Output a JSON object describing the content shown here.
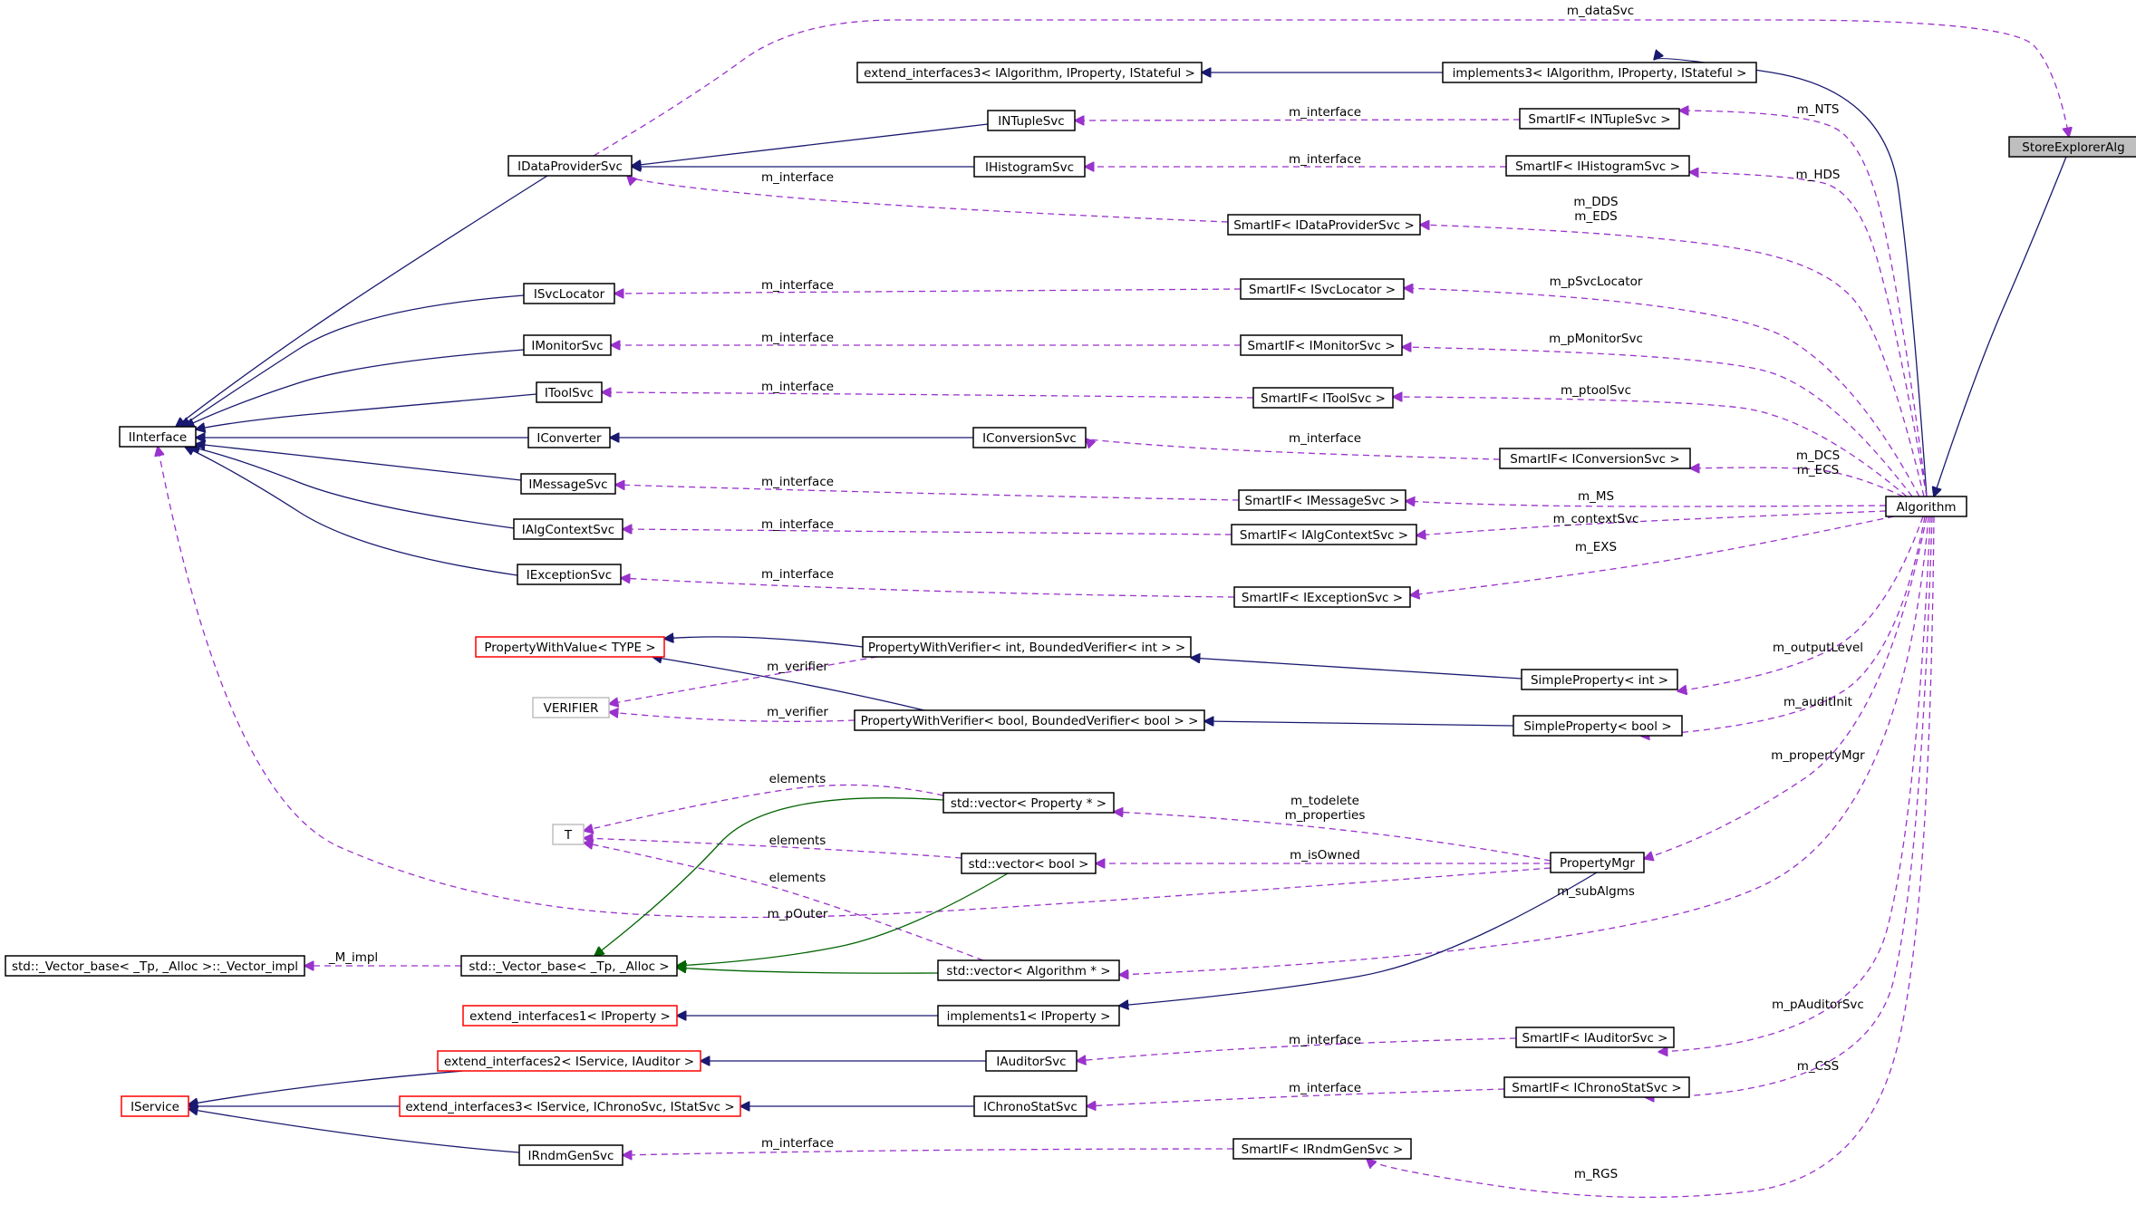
{
  "colors": {
    "inherit": "#191970",
    "usage": "#9a32cd",
    "template": "#006400",
    "doc_border": "#000000",
    "undoc_border": "#ff0000",
    "ext_border": "#bfbfbf",
    "focus_fill": "#bfbfbf"
  },
  "nodes": [
    {
      "id": "StoreExplorerAlg",
      "label": "StoreExplorerAlg",
      "kind": "focus"
    },
    {
      "id": "Algorithm",
      "label": "Algorithm",
      "kind": "doc"
    },
    {
      "id": "ext3Alg",
      "label": "extend_interfaces3< IAlgorithm, IProperty, IStateful >",
      "kind": "doc"
    },
    {
      "id": "impl3",
      "label": "implements3< IAlgorithm, IProperty, IStateful >",
      "kind": "doc"
    },
    {
      "id": "IDataProviderSvc",
      "label": "IDataProviderSvc",
      "kind": "doc"
    },
    {
      "id": "INTupleSvc",
      "label": "INTupleSvc",
      "kind": "doc"
    },
    {
      "id": "IHistogramSvc",
      "label": "IHistogramSvc",
      "kind": "doc"
    },
    {
      "id": "SI_NTuple",
      "label": "SmartIF< INTupleSvc >",
      "kind": "doc"
    },
    {
      "id": "SI_Hist",
      "label": "SmartIF< IHistogramSvc >",
      "kind": "doc"
    },
    {
      "id": "SI_DP",
      "label": "SmartIF< IDataProviderSvc >",
      "kind": "doc"
    },
    {
      "id": "IInterface",
      "label": "IInterface",
      "kind": "doc"
    },
    {
      "id": "ISvcLocator",
      "label": "ISvcLocator",
      "kind": "doc"
    },
    {
      "id": "IMonitorSvc",
      "label": "IMonitorSvc",
      "kind": "doc"
    },
    {
      "id": "IToolSvc",
      "label": "IToolSvc",
      "kind": "doc"
    },
    {
      "id": "IConverter",
      "label": "IConverter",
      "kind": "doc"
    },
    {
      "id": "IConversionSvc",
      "label": "IConversionSvc",
      "kind": "doc"
    },
    {
      "id": "IMessageSvc",
      "label": "IMessageSvc",
      "kind": "doc"
    },
    {
      "id": "IAlgContextSvc",
      "label": "IAlgContextSvc",
      "kind": "doc"
    },
    {
      "id": "IExceptionSvc",
      "label": "IExceptionSvc",
      "kind": "doc"
    },
    {
      "id": "SI_SvcLoc",
      "label": "SmartIF< ISvcLocator >",
      "kind": "doc"
    },
    {
      "id": "SI_Mon",
      "label": "SmartIF< IMonitorSvc >",
      "kind": "doc"
    },
    {
      "id": "SI_Tool",
      "label": "SmartIF< IToolSvc >",
      "kind": "doc"
    },
    {
      "id": "SI_Conv",
      "label": "SmartIF< IConversionSvc >",
      "kind": "doc"
    },
    {
      "id": "SI_Msg",
      "label": "SmartIF< IMessageSvc >",
      "kind": "doc"
    },
    {
      "id": "SI_AlgCtx",
      "label": "SmartIF< IAlgContextSvc >",
      "kind": "doc"
    },
    {
      "id": "SI_Exc",
      "label": "SmartIF< IExceptionSvc >",
      "kind": "doc"
    },
    {
      "id": "PWV",
      "label": "PropertyWithValue< TYPE >",
      "kind": "undoc"
    },
    {
      "id": "VERIFIER",
      "label": "VERIFIER",
      "kind": "ext"
    },
    {
      "id": "PWV_int",
      "label": "PropertyWithVerifier< int, BoundedVerifier< int > >",
      "kind": "doc"
    },
    {
      "id": "PWV_bool",
      "label": "PropertyWithVerifier< bool, BoundedVerifier< bool > >",
      "kind": "doc"
    },
    {
      "id": "SP_int",
      "label": "SimpleProperty< int >",
      "kind": "doc"
    },
    {
      "id": "SP_bool",
      "label": "SimpleProperty< bool >",
      "kind": "doc"
    },
    {
      "id": "T",
      "label": "T",
      "kind": "ext"
    },
    {
      "id": "vecProp",
      "label": "std::vector< Property * >",
      "kind": "doc"
    },
    {
      "id": "vecBool",
      "label": "std::vector< bool >",
      "kind": "doc"
    },
    {
      "id": "vecAlg",
      "label": "std::vector< Algorithm * >",
      "kind": "doc"
    },
    {
      "id": "PropertyMgr",
      "label": "PropertyMgr",
      "kind": "doc"
    },
    {
      "id": "VBimpl",
      "label": "std::_Vector_base< _Tp, _Alloc >::_Vector_impl",
      "kind": "doc"
    },
    {
      "id": "VB",
      "label": "std::_Vector_base< _Tp, _Alloc >",
      "kind": "doc"
    },
    {
      "id": "ext1Prop",
      "label": "extend_interfaces1< IProperty >",
      "kind": "undoc"
    },
    {
      "id": "impl1Prop",
      "label": "implements1< IProperty >",
      "kind": "doc"
    },
    {
      "id": "ext2SvcAud",
      "label": "extend_interfaces2< IService, IAuditor >",
      "kind": "undoc"
    },
    {
      "id": "IAuditorSvc",
      "label": "IAuditorSvc",
      "kind": "doc"
    },
    {
      "id": "SI_Aud",
      "label": "SmartIF< IAuditorSvc >",
      "kind": "doc"
    },
    {
      "id": "IService",
      "label": "IService",
      "kind": "undoc"
    },
    {
      "id": "ext3Svc",
      "label": "extend_interfaces3< IService, IChronoSvc, IStatSvc >",
      "kind": "undoc"
    },
    {
      "id": "IChronoStatSvc",
      "label": "IChronoStatSvc",
      "kind": "doc"
    },
    {
      "id": "SI_Chrono",
      "label": "SmartIF< IChronoStatSvc >",
      "kind": "doc"
    },
    {
      "id": "IRndmGenSvc",
      "label": "IRndmGenSvc",
      "kind": "doc"
    },
    {
      "id": "SI_Rndm",
      "label": "SmartIF< IRndmGenSvc >",
      "kind": "doc"
    }
  ],
  "edges": [
    {
      "from": "Algorithm",
      "to": "StoreExplorerAlg",
      "type": "inherit"
    },
    {
      "from": "IDataProviderSvc",
      "to": "StoreExplorerAlg",
      "type": "usage",
      "label": "m_dataSvc"
    },
    {
      "from": "ext3Alg",
      "to": "impl3",
      "type": "inherit"
    },
    {
      "from": "impl3",
      "to": "Algorithm",
      "type": "inherit"
    },
    {
      "from": "IDataProviderSvc",
      "to": "INTupleSvc",
      "type": "inherit"
    },
    {
      "from": "IDataProviderSvc",
      "to": "IHistogramSvc",
      "type": "inherit"
    },
    {
      "from": "INTupleSvc",
      "to": "SI_NTuple",
      "type": "usage",
      "label": "m_interface"
    },
    {
      "from": "IHistogramSvc",
      "to": "SI_Hist",
      "type": "usage",
      "label": "m_interface"
    },
    {
      "from": "IDataProviderSvc",
      "to": "SI_DP",
      "type": "usage",
      "label": "m_interface"
    },
    {
      "from": "SI_NTuple",
      "to": "Algorithm",
      "type": "usage",
      "label": "m_NTS"
    },
    {
      "from": "SI_Hist",
      "to": "Algorithm",
      "type": "usage",
      "label": "m_HDS"
    },
    {
      "from": "SI_DP",
      "to": "Algorithm",
      "type": "usage",
      "label": "m_DDS\nm_EDS"
    },
    {
      "from": "IInterface",
      "to": "IDataProviderSvc",
      "type": "inherit"
    },
    {
      "from": "IInterface",
      "to": "ISvcLocator",
      "type": "inherit"
    },
    {
      "from": "IInterface",
      "to": "IMonitorSvc",
      "type": "inherit"
    },
    {
      "from": "IInterface",
      "to": "IToolSvc",
      "type": "inherit"
    },
    {
      "from": "IInterface",
      "to": "IConverter",
      "type": "inherit"
    },
    {
      "from": "IInterface",
      "to": "IMessageSvc",
      "type": "inherit"
    },
    {
      "from": "IInterface",
      "to": "IAlgContextSvc",
      "type": "inherit"
    },
    {
      "from": "IInterface",
      "to": "IExceptionSvc",
      "type": "inherit"
    },
    {
      "from": "IConverter",
      "to": "IConversionSvc",
      "type": "inherit"
    },
    {
      "from": "ISvcLocator",
      "to": "SI_SvcLoc",
      "type": "usage",
      "label": "m_interface"
    },
    {
      "from": "IMonitorSvc",
      "to": "SI_Mon",
      "type": "usage",
      "label": "m_interface"
    },
    {
      "from": "IToolSvc",
      "to": "SI_Tool",
      "type": "usage",
      "label": "m_interface"
    },
    {
      "from": "IConversionSvc",
      "to": "SI_Conv",
      "type": "usage",
      "label": "m_interface"
    },
    {
      "from": "IMessageSvc",
      "to": "SI_Msg",
      "type": "usage",
      "label": "m_interface"
    },
    {
      "from": "IAlgContextSvc",
      "to": "SI_AlgCtx",
      "type": "usage",
      "label": "m_interface"
    },
    {
      "from": "IExceptionSvc",
      "to": "SI_Exc",
      "type": "usage",
      "label": "m_interface"
    },
    {
      "from": "SI_SvcLoc",
      "to": "Algorithm",
      "type": "usage",
      "label": "m_pSvcLocator"
    },
    {
      "from": "SI_Mon",
      "to": "Algorithm",
      "type": "usage",
      "label": "m_pMonitorSvc"
    },
    {
      "from": "SI_Tool",
      "to": "Algorithm",
      "type": "usage",
      "label": "m_ptoolSvc"
    },
    {
      "from": "SI_Conv",
      "to": "Algorithm",
      "type": "usage",
      "label": "m_DCS\nm_ECS"
    },
    {
      "from": "SI_Msg",
      "to": "Algorithm",
      "type": "usage",
      "label": "m_MS"
    },
    {
      "from": "SI_AlgCtx",
      "to": "Algorithm",
      "type": "usage",
      "label": "m_contextSvc"
    },
    {
      "from": "SI_Exc",
      "to": "Algorithm",
      "type": "usage",
      "label": "m_EXS"
    },
    {
      "from": "PWV",
      "to": "PWV_int",
      "type": "inherit"
    },
    {
      "from": "PWV",
      "to": "PWV_bool",
      "type": "inherit"
    },
    {
      "from": "VERIFIER",
      "to": "PWV_int",
      "type": "usage",
      "label": "m_verifier"
    },
    {
      "from": "VERIFIER",
      "to": "PWV_bool",
      "type": "usage",
      "label": "m_verifier"
    },
    {
      "from": "PWV_int",
      "to": "SP_int",
      "type": "inherit"
    },
    {
      "from": "PWV_bool",
      "to": "SP_bool",
      "type": "inherit"
    },
    {
      "from": "SP_int",
      "to": "Algorithm",
      "type": "usage",
      "label": "m_outputLevel"
    },
    {
      "from": "SP_bool",
      "to": "Algorithm",
      "type": "usage",
      "label": "m_auditInit"
    },
    {
      "from": "T",
      "to": "vecProp",
      "type": "usage",
      "label": "elements"
    },
    {
      "from": "T",
      "to": "vecBool",
      "type": "usage",
      "label": "elements"
    },
    {
      "from": "T",
      "to": "vecAlg",
      "type": "usage",
      "label": "elements"
    },
    {
      "from": "vecProp",
      "to": "PropertyMgr",
      "type": "usage",
      "label": "m_todelete\nm_properties"
    },
    {
      "from": "vecBool",
      "to": "PropertyMgr",
      "type": "usage",
      "label": "m_isOwned"
    },
    {
      "from": "IInterface",
      "to": "PropertyMgr",
      "type": "usage",
      "label": "m_pOuter"
    },
    {
      "from": "PropertyMgr",
      "to": "Algorithm",
      "type": "usage",
      "label": "m_propertyMgr"
    },
    {
      "from": "vecAlg",
      "to": "Algorithm",
      "type": "usage",
      "label": "m_subAlgms"
    },
    {
      "from": "VBimpl",
      "to": "VB",
      "type": "usage",
      "label": "_M_impl"
    },
    {
      "from": "VB",
      "to": "vecProp",
      "type": "template"
    },
    {
      "from": "VB",
      "to": "vecBool",
      "type": "template"
    },
    {
      "from": "VB",
      "to": "vecAlg",
      "type": "template"
    },
    {
      "from": "ext1Prop",
      "to": "impl1Prop",
      "type": "inherit"
    },
    {
      "from": "impl1Prop",
      "to": "PropertyMgr",
      "type": "inherit"
    },
    {
      "from": "ext2SvcAud",
      "to": "IAuditorSvc",
      "type": "inherit"
    },
    {
      "from": "IAuditorSvc",
      "to": "SI_Aud",
      "type": "usage",
      "label": "m_interface"
    },
    {
      "from": "SI_Aud",
      "to": "Algorithm",
      "type": "usage",
      "label": "m_pAuditorSvc"
    },
    {
      "from": "IService",
      "to": "ext2SvcAud",
      "type": "inherit"
    },
    {
      "from": "IService",
      "to": "ext3Svc",
      "type": "inherit"
    },
    {
      "from": "IService",
      "to": "IRndmGenSvc",
      "type": "inherit"
    },
    {
      "from": "ext3Svc",
      "to": "IChronoStatSvc",
      "type": "inherit"
    },
    {
      "from": "IChronoStatSvc",
      "to": "SI_Chrono",
      "type": "usage",
      "label": "m_interface"
    },
    {
      "from": "SI_Chrono",
      "to": "Algorithm",
      "type": "usage",
      "label": "m_CSS"
    },
    {
      "from": "IRndmGenSvc",
      "to": "SI_Rndm",
      "type": "usage",
      "label": "m_interface"
    },
    {
      "from": "SI_Rndm",
      "to": "Algorithm",
      "type": "usage",
      "label": "m_RGS"
    }
  ]
}
